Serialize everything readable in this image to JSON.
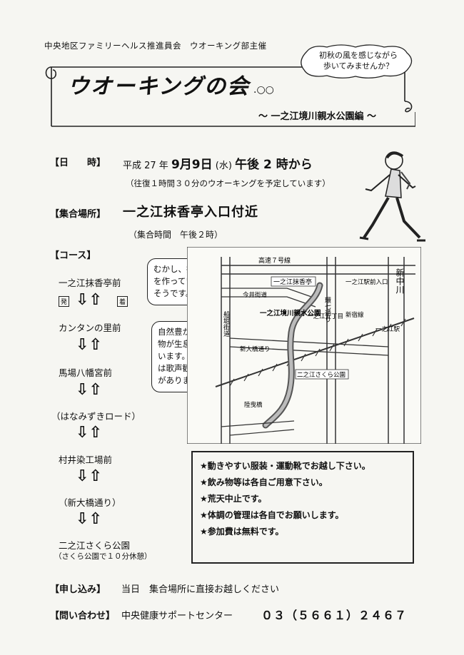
{
  "header": {
    "organizer": "中央地区ファミリーヘルス推進員会　ウオーキング部主催",
    "title": "ウオーキングの会",
    "subtitle": "～ 一之江境川親水公園編 ～",
    "bubble_line1": "初秋の風を感じながら",
    "bubble_line2": "歩いてみませんか？"
  },
  "schedule": {
    "date_label": "【日　　時】",
    "date_prefix": "平成 27 年",
    "date_main": "9月9日",
    "date_dow": "(水)",
    "date_time": "午後 2 時から",
    "date_note": "（往復１時間３０分のウオーキングを予定しています）",
    "meet_label": "【集合場所】",
    "meet_place": "一之江抹香亭入口付近",
    "meet_time": "（集合時間　午後２時）"
  },
  "course": {
    "label": "【コース】",
    "stops": [
      "一之江抹香亭前",
      "カンタンの里前",
      "馬場八幡宮前",
      "（はなみずきロード）",
      "村井染工場前",
      "（新大橋通り）",
      "二之江さくら公園"
    ],
    "last_note": "（さくら公園で１０分休憩）",
    "arrow_up": "⇧",
    "arrow_down": "⇩",
    "tag_start": "発",
    "tag_goal": "着",
    "bubble1": "むかし、抹香を作っていたそうです。",
    "bubble2": "自然豊かな生物が生息しています。秋には歌声観賞会があります。"
  },
  "map": {
    "expressway": "高速７号線",
    "makko": "一之江抹香亭",
    "ichinoe_5": "一之江五丁目",
    "ichinoe_ekimae": "一之江駅前入口",
    "imai": "今井街道",
    "kan7": "環七通り",
    "funabori": "船堀街道",
    "shinjuku_line": "新宿線",
    "ichinoe_station": "一之江駅",
    "park": "一之江境川親水公園",
    "shin_ohashi": "新大橋通り",
    "sakura": "二之江さくら公園",
    "rikuyo": "陸曳橋",
    "nakagawa": "新中川"
  },
  "notes": [
    "★動きやすい服装・運動靴でお越し下さい。",
    "★飲み物等は各自ご用意下さい。",
    "★荒天中止です。",
    "★体調の管理は各自でお願いします。",
    "★参加費は無料です。"
  ],
  "footer": {
    "apply_label": "【申し込み】",
    "apply_value": "当日　集合場所に直接お越しください",
    "contact_label": "【問い合わせ】",
    "contact_org": "中央健康サポートセンター",
    "contact_phone": "０３（５６６１）２４６７"
  }
}
